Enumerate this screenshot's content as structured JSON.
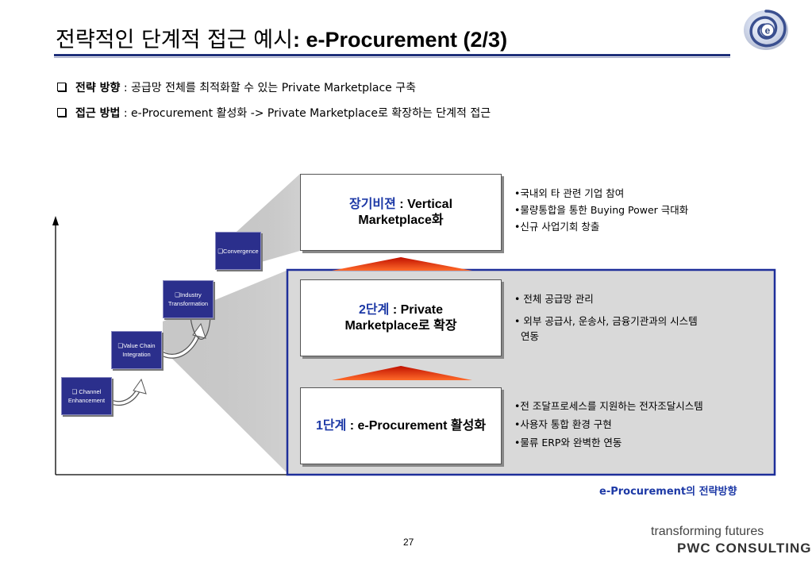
{
  "title": {
    "korean": "전략적인 단계적 접근 예시",
    "english": ": e-Procurement (2/3)"
  },
  "bullets": [
    {
      "label": "전략 방향",
      "sep": " : ",
      "text": "공급망 전체를 최적화할 수 있는 Private Marketplace 구축"
    },
    {
      "label": "접근 방법",
      "sep": " : ",
      "text": "e-Procurement 활성화 -> Private Marketplace로 확장하는 단계적 접근"
    }
  ],
  "stages": [
    {
      "highlight": "장기비젼",
      "text": " : Vertical Marketplace화",
      "items": [
        "•국내외 타 관련 기업 참여",
        "•물량통합을 통한 Buying Power 극대화",
        "•신규 사업기회 창출"
      ]
    },
    {
      "highlight": "2단계",
      "text": " : Private Marketplace로 확장",
      "items": [
        "• 전체 공급망 관리",
        "• 외부 공급사, 운송사, 금융기관과의 시스템",
        "  연동"
      ]
    },
    {
      "highlight": "1단계",
      "text": " : e-Procurement 활성화",
      "items": [
        "•전 조달프로세스를 지원하는 전자조달시스템",
        "•사용자 통합 환경 구현",
        "•물류 ERP와 완벽한 연동"
      ]
    }
  ],
  "steps": [
    {
      "label": "❑ Channel Enhancement"
    },
    {
      "label": "❑Value Chain Integration"
    },
    {
      "label": "❑Industry Transformation"
    },
    {
      "label": "❑Convergence"
    }
  ],
  "caption": "e-Procurement의 전략방향",
  "page_number": "27",
  "brand": {
    "tagline": "transforming futures",
    "name": "PWC CONSULTING"
  },
  "colors": {
    "navy": "#1e2f7a",
    "highlight": "#1d39a6",
    "step_box": "#2b2f8c",
    "arrow": "#e04010",
    "panel": "#d9d9d9"
  },
  "icons": {
    "logo": "swirl-e-logo-icon",
    "checkbox": "checkbox-bullet-icon"
  }
}
